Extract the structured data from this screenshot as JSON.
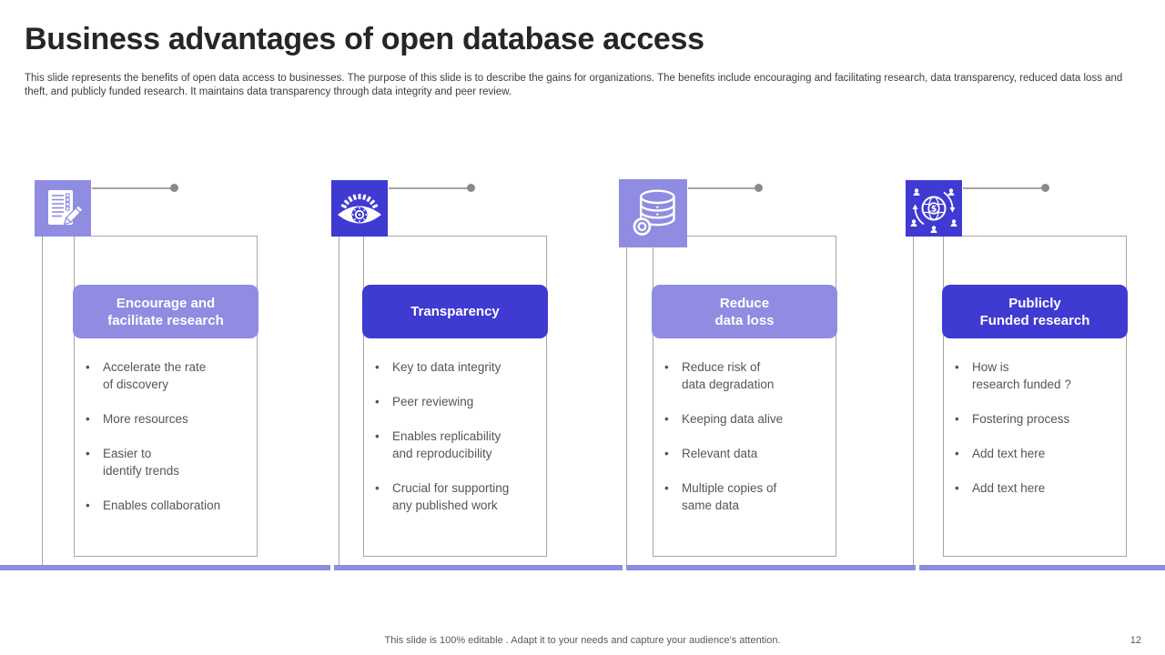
{
  "slide": {
    "title": "Business advantages of open database access",
    "description": "This slide represents the benefits of open data access to businesses. The purpose of this slide is to describe the gains for organizations. The benefits include encouraging and facilitating research, data transparency, reduced data loss and theft, and publicly funded research. It maintains data transparency through data integrity and peer review.",
    "footer": "This slide is 100% editable . Adapt it to your needs and capture your audience's attention.",
    "page_number": "12"
  },
  "colors": {
    "light_purple": "#8f8ce2",
    "dark_purple": "#3f3ad1",
    "baseline_purple": "#8f8cdf",
    "border_gray": "#a6a6a6",
    "body_text": "#555555"
  },
  "columns": [
    {
      "icon": "document-edit-icon",
      "style": "light",
      "title": "Encourage and\nfacilitate research",
      "bullets": [
        "Accelerate the rate\nof discovery",
        "More resources",
        "Easier to\nidentify trends",
        "Enables collaboration"
      ]
    },
    {
      "icon": "eye-icon",
      "style": "dark",
      "title": "Transparency",
      "bullets": [
        "Key to data integrity",
        "Peer reviewing",
        "Enables replicability\nand reproducibility",
        "Crucial for supporting\nany published work"
      ]
    },
    {
      "icon": "database-gear-icon",
      "style": "light",
      "title": "Reduce\ndata loss",
      "bullets": [
        "Reduce risk of\ndata degradation",
        "Keeping data alive",
        "Relevant data",
        "Multiple copies of\nsame data"
      ]
    },
    {
      "icon": "funding-network-icon",
      "style": "dark",
      "title": "Publicly\nFunded research",
      "bullets": [
        "How is\nresearch funded ?",
        "Fostering process",
        "Add text here",
        "Add text here"
      ]
    }
  ]
}
